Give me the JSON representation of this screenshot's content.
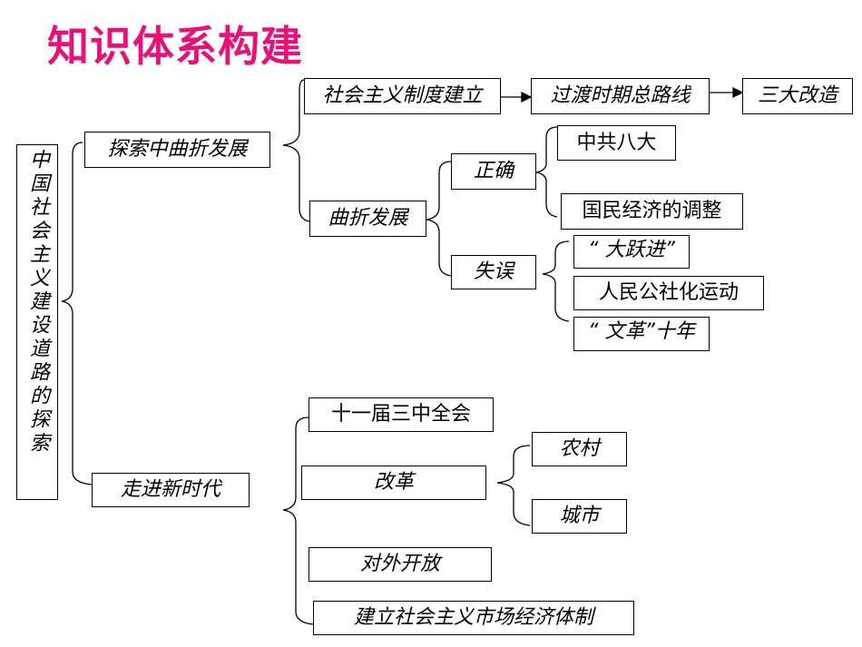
{
  "title": "知识体系构建",
  "root": "中国社会主义建设道路的探索",
  "branch1": {
    "label": "探索中曲折发展",
    "system": "社会主义制度建立",
    "transition": "过渡时期总路线",
    "reform": "三大改造",
    "tortuous": "曲折发展",
    "correct": "正确",
    "correct_items": [
      "中共八大",
      "国民经济的调整"
    ],
    "mistake": "失误",
    "mistake_items": [
      "“ 大跃进”",
      "人民公社化运动",
      "“ 文革”十年"
    ]
  },
  "branch2": {
    "label": "走进新时代",
    "plenum": "十一届三中全会",
    "reform": "改革",
    "reform_items": [
      "农村",
      "城市"
    ],
    "opening": "对外开放",
    "market": "建立社会主义市场经济体制"
  }
}
